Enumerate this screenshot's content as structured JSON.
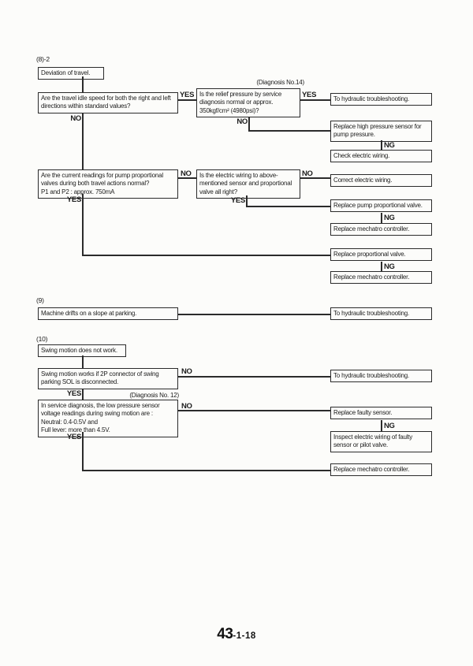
{
  "connector_labels": {
    "yes": "YES",
    "no": "NO",
    "ng": "NG"
  },
  "footer": {
    "big": "43",
    "small": "-1-18"
  },
  "section_8_2": {
    "label": "(8)-2",
    "start_box": "Deviation of travel.",
    "q_travel_idle": "Are the travel idle speed for both the right and left directions within standard values?",
    "diagnosis_note": "(Diagnosis No.14)",
    "q_relief_pressure": "Is the relief pressure by service diagnosis normal or approx. 350kgf/cm² (4980psi)?",
    "r_hydraulic": "To hydraulic troubleshooting.",
    "r_high_pressure_sensor": "Replace high pressure sensor for pump pressure.",
    "r_check_wiring": "Check electric wiring.",
    "q_current_readings": "Are the current readings for pump proportional valves during both travel actions normal?\nP1 and P2 : approx. 750mA",
    "q_electric_wiring": "Is the electric wiring to above-mentioned sensor and proportional valve all right?",
    "r_correct_wiring": "Correct electric wiring.",
    "r_pump_prop_valve": "Replace pump proportional valve.",
    "r_mechatro_1": "Replace mechatro controller.",
    "r_prop_valve": "Replace proportional valve.",
    "r_mechatro_2": "Replace mechatro controller."
  },
  "section_9": {
    "label": "(9)",
    "start_box": "Machine drifts on a slope at parking.",
    "r_hydraulic": "To hydraulic troubleshooting."
  },
  "section_10": {
    "label": "(10)",
    "start_box": "Swing motion does not work.",
    "q_2p_connector": "Swing motion works if 2P connector of swing parking SOL is disconnected.",
    "diagnosis_note": "(Diagnosis No. 12)",
    "q_sensor_voltage": "In service diagnosis, the low pressure sensor voltage readings during swing motion are :\nNeutral: 0.4-0.5V and\nFull lever: more than 4.5V.",
    "r_hydraulic": "To hydraulic troubleshooting.",
    "r_faulty_sensor": "Replace faulty sensor.",
    "r_inspect_wiring": "Inspect electric wiring of faulty sensor or pilot valve.",
    "r_mechatro": "Replace mechatro controller."
  }
}
